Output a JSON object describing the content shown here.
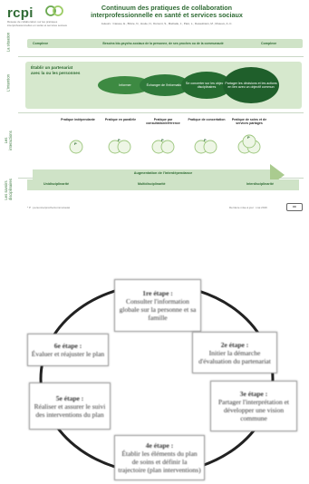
{
  "logo": {
    "text": "rcpi",
    "tagline": "Réseau de collaboration sur les pratiques interprofessionnelles en santé et services sociaux"
  },
  "title": "Continuum des pratiques de collaboration interprofessionnelle en santé et services sociaux",
  "authors": "Auteurs : Careau, E., Brière, N., Houle, N., Dumont, S., Maziade, J., Paré, L., Desaulniers, M., Museux, A.-C.",
  "rows": {
    "situation": "La situation",
    "intention": "L'intention",
    "interactions": "Les interactions",
    "savoirs": "Les savoirs disciplinaires"
  },
  "situation_band": {
    "left": "Complexe",
    "center": "Besoins bio-psycho-sociaux de la personne, de ses proches ou de la communauté",
    "right": "Complexe"
  },
  "intention": {
    "label": "Établir un partenariat avec la ou les personnes",
    "stages": [
      "Informer",
      "Échanger de l'information",
      "Se concerter sur les objectifs disciplinaires",
      "Partager les décisions et les actions en lien avec un objectif commun"
    ]
  },
  "practices": [
    "Pratique indépendante",
    "Pratique en parallèle",
    "Pratique par consultation/référence",
    "Pratique de concertation",
    "Pratique de soins et de services partagés"
  ],
  "augmentation": "Augmentation de l'interdépendance",
  "disciplines": {
    "left": "Unidisciplinarité",
    "center": "Multidisciplinarité",
    "right": "Interdisciplinarité"
  },
  "footnote_left": "* P : personne/proche/communauté",
  "footnote_right": "Dernière mise à jour : mai 2016",
  "license": "cc",
  "cycle": [
    {
      "head": "1re étape :",
      "body": "Consulter l'information globale sur la personne et sa famille"
    },
    {
      "head": "2e étape :",
      "body": "Initier la démarche d'évaluation du partenariat"
    },
    {
      "head": "3e étape :",
      "body": "Partager l'interprétation et développer une vision commune"
    },
    {
      "head": "4e étape :",
      "body": "Établir les éléments du plan de soins et définir la trajectoire (plan interventions)"
    },
    {
      "head": "5e étape :",
      "body": "Réaliser et assurer le suivi des interventions du plan"
    },
    {
      "head": "6e étape :",
      "body": "Évaluer et réajuster le plan"
    }
  ],
  "colors": {
    "green_dark": "#2f6b34",
    "green_mid": "#3d8a42",
    "green_light": "#cfe3c7",
    "accent": "#7aa84a"
  }
}
